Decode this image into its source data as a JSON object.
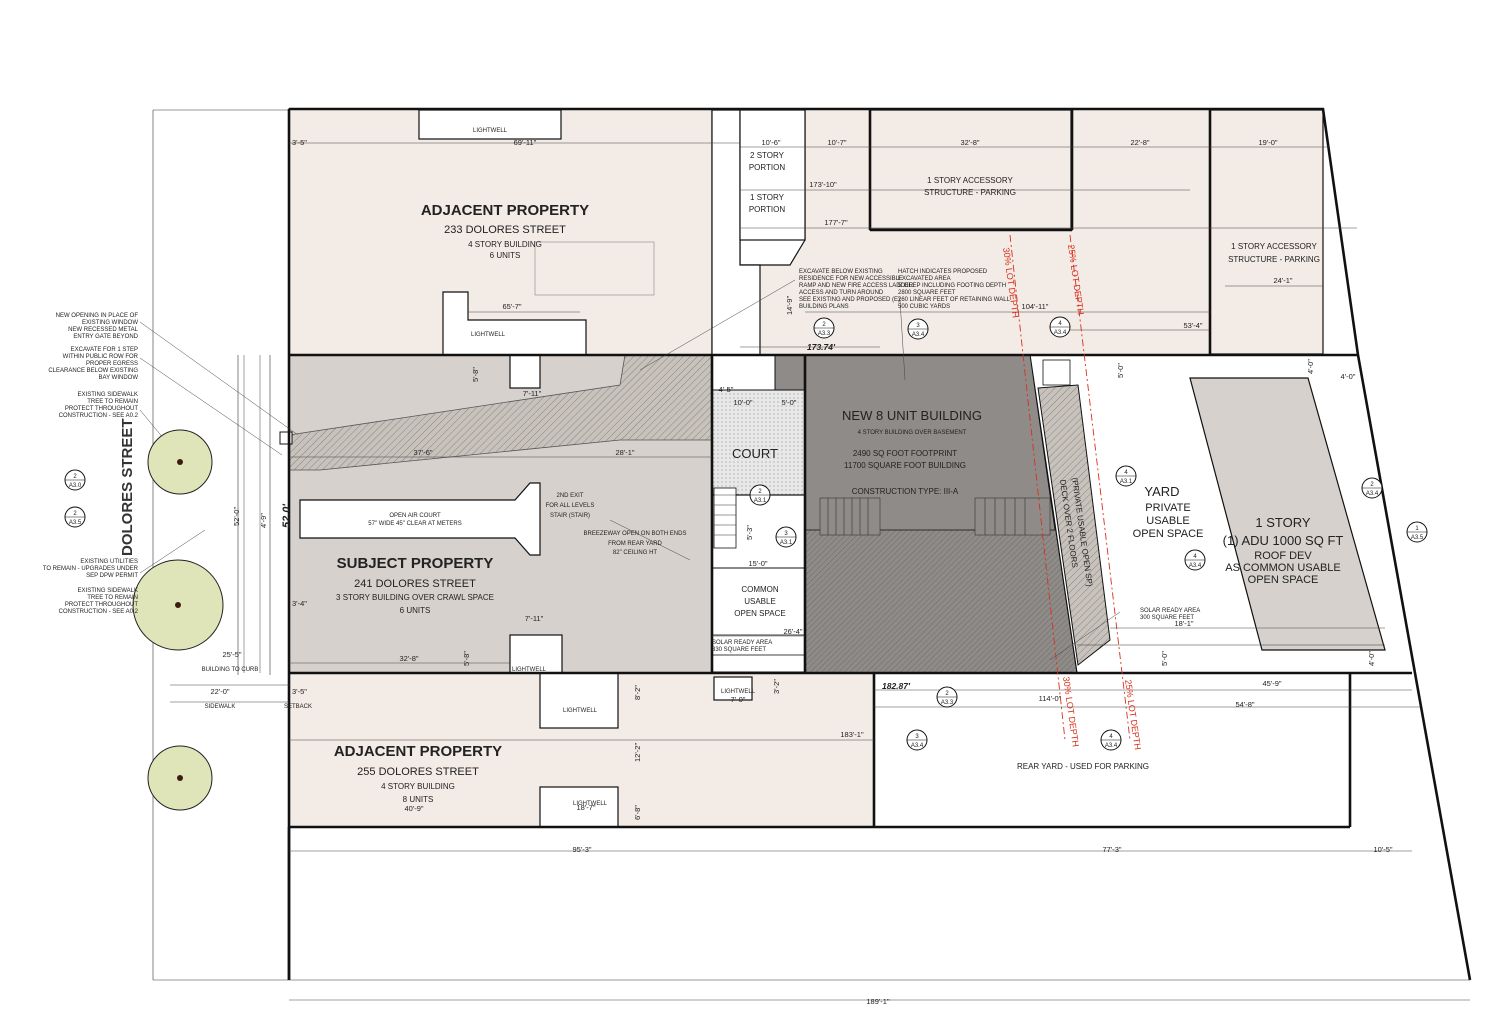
{
  "street": {
    "name": "DOLORES STREET"
  },
  "adjacent_north": {
    "title": "ADJACENT PROPERTY",
    "address": "233 DOLORES STREET",
    "stories": "4 STORY BUILDING",
    "units": "6 UNITS",
    "lightwell_1": "LIGHTWELL",
    "lightwell_2": "LIGHTWELL",
    "two_story": [
      "2 STORY",
      "PORTION"
    ],
    "one_story": [
      "1 STORY",
      "PORTION"
    ],
    "accessory_1": [
      "1 STORY ACCESSORY",
      "STRUCTURE - PARKING"
    ],
    "accessory_2": [
      "1 STORY ACCESSORY",
      "STRUCTURE - PARKING"
    ]
  },
  "subject": {
    "title": "SUBJECT PROPERTY",
    "address": "241 DOLORES STREET",
    "stories": "3 STORY BUILDING OVER CRAWL SPACE",
    "units": "6 UNITS",
    "open_air_court": [
      "OPEN AIR COURT",
      "57\" WIDE 45\" CLEAR AT METERS"
    ],
    "second_exit": [
      "2ND EXIT",
      "FOR ALL LEVELS",
      "STAIR (STAIR)"
    ],
    "breezeway": [
      "BREEZEWAY OPEN ON BOTH ENDS",
      "FROM REAR YARD",
      "82\" CEILING HT"
    ],
    "lightwell": "LIGHTWELL",
    "lot_width": "52.0'"
  },
  "court": {
    "label": "COURT",
    "common": [
      "COMMON",
      "USABLE",
      "OPEN SPACE"
    ],
    "solar": [
      "SOLAR READY AREA",
      "330 SQUARE FEET"
    ]
  },
  "new_building": {
    "title": "NEW 8 UNIT BUILDING",
    "subtitle": "4 STORY BUILDING OVER BASEMENT",
    "footprint": "2490 SQ FOOT FOOTPRINT",
    "area": "11700 SQUARE FOOT BUILDING",
    "construction": "CONSTRUCTION TYPE: III-A"
  },
  "deck": {
    "line1": "DECK OVER 2 FLOORS",
    "line2": "(PRIVATE USABLE OPEN SP)"
  },
  "yard": {
    "lines": [
      "YARD",
      "PRIVATE",
      "USABLE",
      "OPEN SPACE"
    ],
    "solar": [
      "SOLAR READY AREA",
      "300 SQUARE FEET"
    ]
  },
  "adu": {
    "lines": [
      "1 STORY",
      "(1) ADU 1000 SQ FT"
    ],
    "roof": [
      "ROOF DEV",
      "AS COMMON USABLE",
      "OPEN SPACE"
    ]
  },
  "adjacent_south": {
    "title": "ADJACENT PROPERTY",
    "address": "255 DOLORES STREET",
    "stories": "4 STORY BUILDING",
    "units": "8 UNITS",
    "lightwell_1": "LIGHTWELL",
    "lightwell_2": "LIGHTWELL",
    "lightwell_3": "LIGHTWELL",
    "rear_yard": "REAR YARD - USED FOR PARKING"
  },
  "notes": {
    "excavate": [
      "EXCAVATE BELOW EXISTING",
      "RESIDENCE FOR NEW ACCESSIBLE",
      "RAMP AND NEW FIRE ACCESS LADDER",
      "ACCESS AND TURN AROUND",
      "SEE EXISTING AND PROPOSED (E)",
      "BUILDING PLANS"
    ],
    "hatch": [
      "HATCH INDICATES PROPOSED",
      "EXCAVATED AREA",
      "5' DEEP INCLUDING FOOTING DEPTH",
      "2800 SQUARE FEET",
      "260 LINEAR FEET OF RETAINING WALL",
      "500 CUBIC YARDS"
    ],
    "left_opening": [
      "NEW OPENING IN PLACE OF",
      "EXISTING WINDOW",
      "NEW RECESSED METAL",
      "ENTRY GATE BEYOND"
    ],
    "left_excavate": [
      "EXCAVATE FOR 1 STEP",
      "WITHIN PUBLIC ROW FOR",
      "PROPER EGRESS",
      "CLEARANCE BELOW EXISTING",
      "BAY WINDOW"
    ],
    "left_tree_1": [
      "EXISTING SIDEWALK",
      "TREE TO REMAIN",
      "PROTECT THROUGHOUT",
      "CONSTRUCTION - SEE A0.2"
    ],
    "left_utilities": [
      "EXISTING UTILITIES",
      "TO REMAIN - UPGRADES UNDER",
      "SEP DPW PERMIT"
    ],
    "left_tree_2": [
      "EXISTING SIDEWALK",
      "TREE TO REMAIN",
      "PROTECT THROUGHOUT",
      "CONSTRUCTION - SEE A0.2"
    ],
    "building_to_curb": "BUILDING TO CURB",
    "sidewalk": "SIDEWALK",
    "setback": "SETBACK"
  },
  "lot_depth": {
    "n30": "30% LOT DEPTH",
    "n25": "25% LOT DEPTH",
    "s30": "30% LOT DEPTH",
    "s25": "25% LOT DEPTH"
  },
  "dims": {
    "d1": "3'-5\"",
    "d2": "69'-11\"",
    "d3": "10'-6\"",
    "d4": "10'-7\"",
    "d5": "32'-8\"",
    "d6": "22'-8\"",
    "d7": "19'-0\"",
    "d8": "173'-10\"",
    "d9": "177'-7\"",
    "d10": "65'-7\"",
    "d11": "14'-9\"",
    "d12": "173.74'",
    "d13": "104'-11\"",
    "d14": "53'-4\"",
    "d15": "24'-1\"",
    "d16": "5'-8\"",
    "d17": "7'-11\"",
    "d18": "4'-5\"",
    "d19": "10'-0\"",
    "d20": "5'-0\"",
    "d21": "37'-6\"",
    "d22": "28'-1\"",
    "d23": "5'-0\"",
    "d24": "4'-0\"",
    "d25": "4'-0\"",
    "d26": "52'-0\"",
    "d27": "5'-3\"",
    "d28": "15'-0\"",
    "d29": "26'-4\"",
    "d30": "18'-1\"",
    "d31": "3'-4\"",
    "d32": "7'-11\"",
    "d33": "32'-8\"",
    "d34": "5'-8\"",
    "d35": "5'-0\"",
    "d36": "4'-0\"",
    "d37": "25'-5\"",
    "d38": "22'-0\"",
    "d39": "3'-5\"",
    "d40": "182.87'",
    "d41": "7'-0\"",
    "d42": "3'-2\"",
    "d43": "8'-2\"",
    "d44": "114'-0\"",
    "d45": "45'-9\"",
    "d46": "54'-8\"",
    "d47": "183'-1\"",
    "d48": "12'-2\"",
    "d49": "40'-9\"",
    "d50": "18'-7\"",
    "d51": "6'-8\"",
    "d52": "95'-3\"",
    "d53": "77'-3\"",
    "d54": "10'-5\"",
    "d55": "189'-1\"",
    "d56": "4'-9\""
  },
  "section_markers": [
    {
      "num": "2",
      "sheet": "A3.0"
    },
    {
      "num": "2",
      "sheet": "A3.5"
    },
    {
      "num": "2",
      "sheet": "A3.3"
    },
    {
      "num": "4",
      "sheet": "A3.4"
    },
    {
      "num": "3",
      "sheet": "A3.4"
    },
    {
      "num": "2",
      "sheet": "A3.1"
    },
    {
      "num": "3",
      "sheet": "A3.1"
    },
    {
      "num": "4",
      "sheet": "A3.1"
    },
    {
      "num": "4",
      "sheet": "A3.4"
    },
    {
      "num": "2",
      "sheet": "A3.4"
    },
    {
      "num": "1",
      "sheet": "A3.5"
    },
    {
      "num": "2",
      "sheet": "A3.3"
    },
    {
      "num": "3",
      "sheet": "A3.4"
    },
    {
      "num": "4",
      "sheet": "A3.4"
    }
  ]
}
